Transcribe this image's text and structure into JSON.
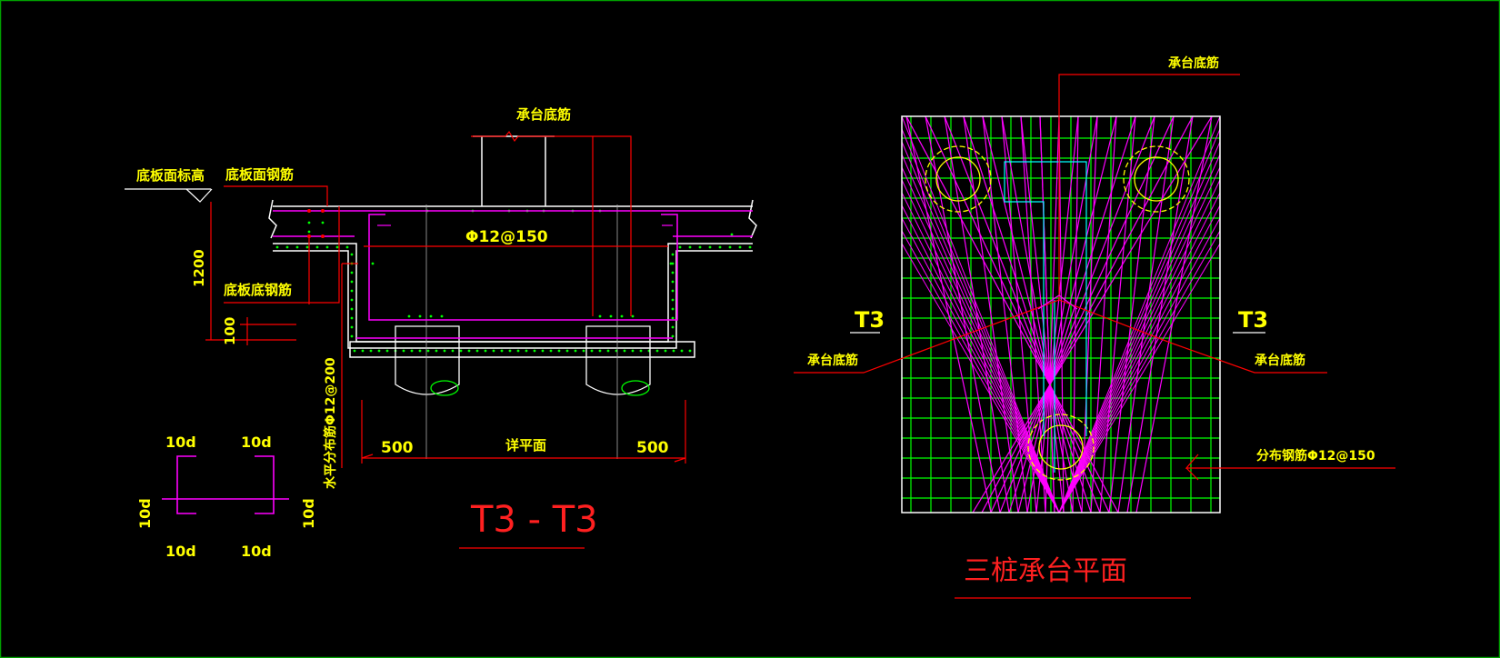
{
  "colors": {
    "background": "#000000",
    "frame": "#00a000",
    "concrete": "#ffffff",
    "rebar": "#ff00ff",
    "dimension": "#ff0000",
    "grid": "#00ff00",
    "pile_circle": "#ffff00",
    "axis": "#00ffff",
    "text": "#ffff00",
    "title": "#ff2020"
  },
  "section": {
    "label_floor_elevation": "底板面标高",
    "label_floor_top_bar": "底板面钢筋",
    "label_floor_bottom_bar": "底板底钢筋",
    "label_cap_bottom_bar": "承台底筋",
    "label_rebar_spec": "Φ12@150",
    "label_horizontal_bar": "水平分布筋Φ12@200",
    "dim_1200": "1200",
    "dim_100": "100",
    "dim_500_left": "500",
    "dim_detail": "详平面",
    "dim_500_right": "500",
    "title": "T3 - T3"
  },
  "hook_detail": {
    "top_left": "10d",
    "top_right": "10d",
    "left": "10d",
    "right": "10d",
    "bottom_left": "10d",
    "bottom_right": "10d"
  },
  "plan": {
    "label_top": "承台底筋",
    "label_left": "承台底筋",
    "label_right": "承台底筋",
    "label_dist_bar": "分布钢筋Φ12@150",
    "section_mark_left": "T3",
    "section_mark_right": "T3",
    "title": "三桩承台平面"
  }
}
